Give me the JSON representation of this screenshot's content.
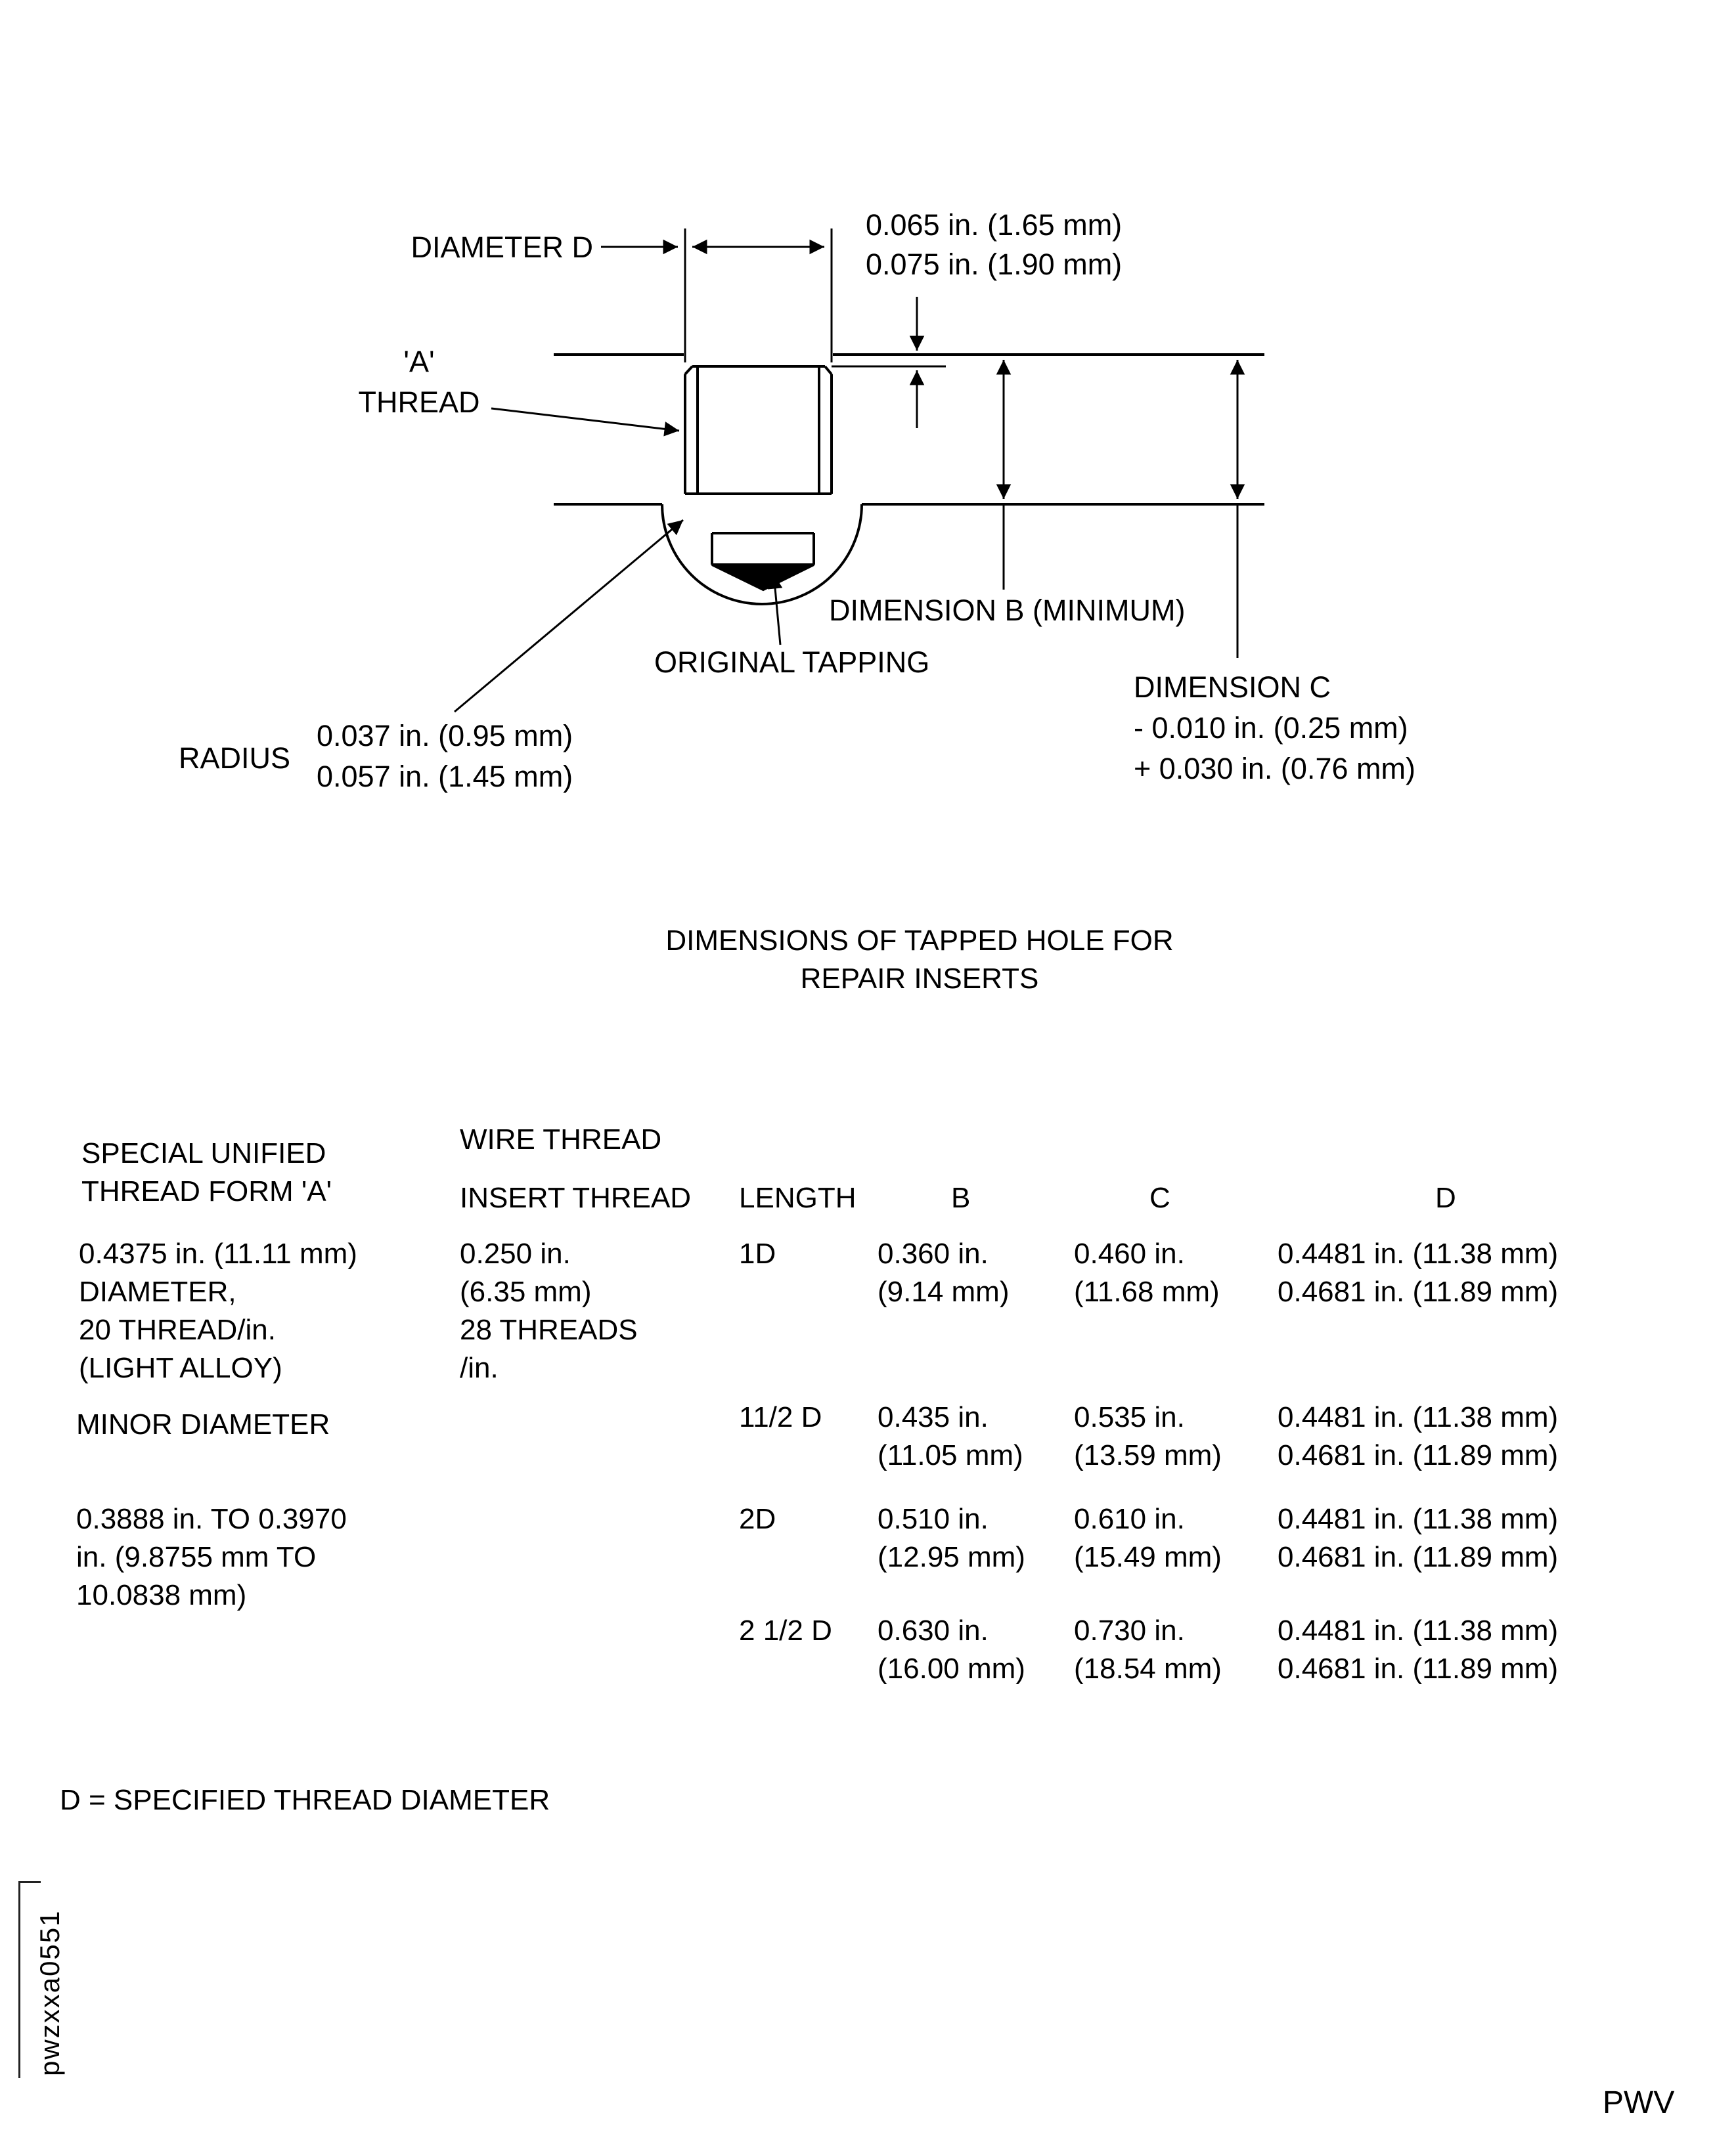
{
  "diagram": {
    "diameter_d": "DIAMETER D",
    "recess_depth_line1": "0.065 in. (1.65 mm)",
    "recess_depth_line2": "0.075 in. (1.90 mm)",
    "a_thread_line1": "'A'",
    "a_thread_line2": "THREAD",
    "dimension_b": "DIMENSION B (MINIMUM)",
    "original_tapping": "ORIGINAL TAPPING",
    "dimension_c_line1": "DIMENSION C",
    "dimension_c_line2": "- 0.010 in. (0.25 mm)",
    "dimension_c_line3": "+ 0.030 in. (0.76 mm)",
    "radius_label": "RADIUS",
    "radius_line1": "0.037 in. (0.95 mm)",
    "radius_line2": "0.057 in. (1.45 mm)"
  },
  "caption": {
    "line1": "DIMENSIONS OF TAPPED HOLE FOR",
    "line2": "REPAIR INSERTS"
  },
  "table": {
    "headers": {
      "col1_line1": "SPECIAL UNIFIED",
      "col1_line2": "THREAD FORM 'A'",
      "col2_line1": "WIRE THREAD",
      "col2_line2": "INSERT THREAD",
      "length": "LENGTH",
      "b": "B",
      "c": "C",
      "d": "D"
    },
    "thread_form_a": {
      "line1": "0.4375 in. (11.11 mm)",
      "line2": "DIAMETER,",
      "line3": "20 THREAD/in.",
      "line4": "(LIGHT ALLOY)"
    },
    "minor_diameter_label": "MINOR DIAMETER",
    "minor_diameter": {
      "line1": "0.3888 in. TO 0.3970",
      "line2": "in. (9.8755 mm TO",
      "line3": "10.0838 mm)"
    },
    "insert_thread": {
      "line1": "0.250 in.",
      "line2": "(6.35 mm)",
      "line3": "28 THREADS",
      "line4": "/in."
    },
    "rows": [
      {
        "length": "1D",
        "b_in": "0.360 in.",
        "b_mm": "(9.14 mm)",
        "c_in": "0.460 in.",
        "c_mm": "(11.68 mm)",
        "d_line1": "0.4481 in. (11.38 mm)",
        "d_line2": "0.4681 in. (11.89 mm)"
      },
      {
        "length": "11/2 D",
        "b_in": "0.435 in.",
        "b_mm": "(11.05 mm)",
        "c_in": "0.535 in.",
        "c_mm": "(13.59 mm)",
        "d_line1": "0.4481 in. (11.38 mm)",
        "d_line2": "0.4681 in. (11.89 mm)"
      },
      {
        "length": "2D",
        "b_in": "0.510 in.",
        "b_mm": "(12.95 mm)",
        "c_in": "0.610 in.",
        "c_mm": "(15.49 mm)",
        "d_line1": "0.4481 in. (11.38 mm)",
        "d_line2": "0.4681 in. (11.89 mm)"
      },
      {
        "length": "2 1/2 D",
        "b_in": "0.630 in.",
        "b_mm": "(16.00 mm)",
        "c_in": "0.730 in.",
        "c_mm": "(18.54 mm)",
        "d_line1": "0.4481 in. (11.38 mm)",
        "d_line2": "0.4681 in. (11.89 mm)"
      }
    ]
  },
  "footnote": "D = SPECIFIED THREAD DIAMETER",
  "figure_id": "pwzxxa0551",
  "page_code": "PWV"
}
